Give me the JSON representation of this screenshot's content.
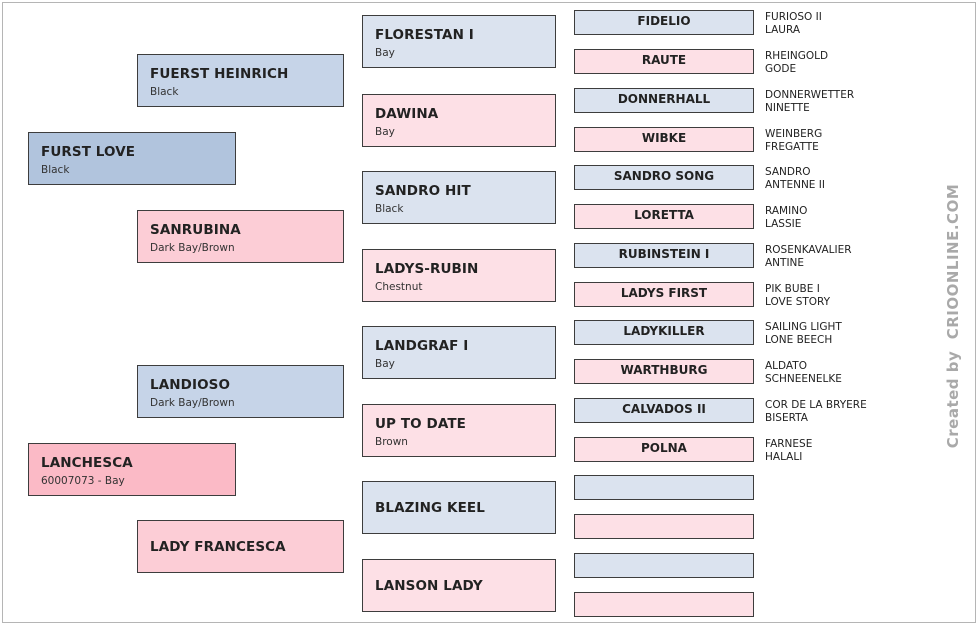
{
  "subject": {
    "name": "LANCHESCA",
    "detail": "60007073 - Bay"
  },
  "gen1": [
    {
      "name": "FURST LOVE",
      "detail": "Black"
    },
    {
      "name": "LANCHESCA",
      "detail": "60007073 - Bay"
    }
  ],
  "gen2": [
    {
      "name": "FUERST HEINRICH",
      "detail": "Black"
    },
    {
      "name": "SANRUBINA",
      "detail": "Dark Bay/Brown"
    },
    {
      "name": "LANDIOSO",
      "detail": "Dark Bay/Brown"
    },
    {
      "name": "LADY FRANCESCA",
      "detail": ""
    }
  ],
  "gen3": [
    {
      "name": "FLORESTAN I",
      "detail": "Bay"
    },
    {
      "name": "DAWINA",
      "detail": "Bay"
    },
    {
      "name": "SANDRO HIT",
      "detail": "Black"
    },
    {
      "name": "LADYS-RUBIN",
      "detail": "Chestnut"
    },
    {
      "name": "LANDGRAF I",
      "detail": "Bay"
    },
    {
      "name": "UP TO DATE",
      "detail": "Brown"
    },
    {
      "name": "BLAZING KEEL",
      "detail": ""
    },
    {
      "name": "LANSON LADY",
      "detail": ""
    }
  ],
  "gen4": [
    "FIDELIO",
    "RAUTE",
    "DONNERHALL",
    "WIBKE",
    "SANDRO SONG",
    "LORETTA",
    "RUBINSTEIN I",
    "LADYS FIRST",
    "LADYKILLER",
    "WARTHBURG",
    "CALVADOS II",
    "POLNA",
    "",
    "",
    "",
    ""
  ],
  "gen5": [
    [
      "FURIOSO II",
      "LAURA"
    ],
    [
      "RHEINGOLD",
      "GODE"
    ],
    [
      "DONNERWETTER",
      "NINETTE"
    ],
    [
      "WEINBERG",
      "FREGATTE"
    ],
    [
      "SANDRO",
      "ANTENNE II"
    ],
    [
      "RAMINO",
      "LASSIE"
    ],
    [
      "ROSENKAVALIER",
      "ANTINE"
    ],
    [
      "PIK BUBE I",
      "LOVE STORY"
    ],
    [
      "SAILING LIGHT",
      "LONE BEECH"
    ],
    [
      "ALDATO",
      "SCHNEENELKE"
    ],
    [
      "COR DE LA BRYERE",
      "BISERTA"
    ],
    [
      "FARNESE",
      "HALALI"
    ]
  ],
  "watermark": "Created by  CRIOONLINE.COM",
  "colors": {
    "male_light": "#dbe3ef",
    "female_light": "#fde0e6",
    "male_dark": "#b1c4dd",
    "female_dark": "#fbbac6",
    "border": "#3d3d3d"
  }
}
